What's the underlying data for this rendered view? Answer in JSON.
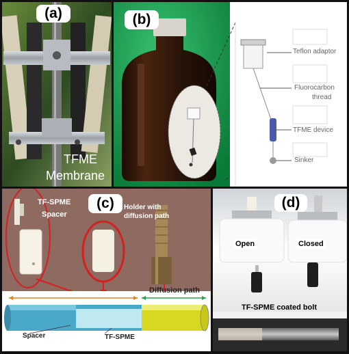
{
  "figure": {
    "panel_a": {
      "badge": "(a)",
      "caption_line1": "TFME",
      "caption_line2": "Membrane"
    },
    "panel_b": {
      "badge": "(b)",
      "labels": {
        "adaptor": "Teflon adaptor",
        "thread_line1": "Fluorocarbon",
        "thread_line2": "thread",
        "device": "TFME device",
        "sinker": "Sinker"
      }
    },
    "panel_c": {
      "badge": "(c)",
      "tf_spme": "TF-SPME",
      "spacer": "Spacer",
      "holder_line1": "Holder with",
      "holder_line2": "diffusion path",
      "diffusion_path": "Diffusion path",
      "spacer_bottom": "Spacer",
      "tf_spme_bottom": "TF-SPME"
    },
    "panel_d": {
      "badge": "(d)",
      "open": "Open",
      "closed": "Closed",
      "bottom_label": "TF-SPME coated bolt"
    }
  },
  "colors": {
    "panel_c_bg": "#8e6a60",
    "red_arrow": "#d42020",
    "orange_arrow": "#e8822a",
    "green_arrow": "#2aa24a",
    "blue_tube": "#4aa8c8",
    "yellow_tube": "#d8d820"
  }
}
